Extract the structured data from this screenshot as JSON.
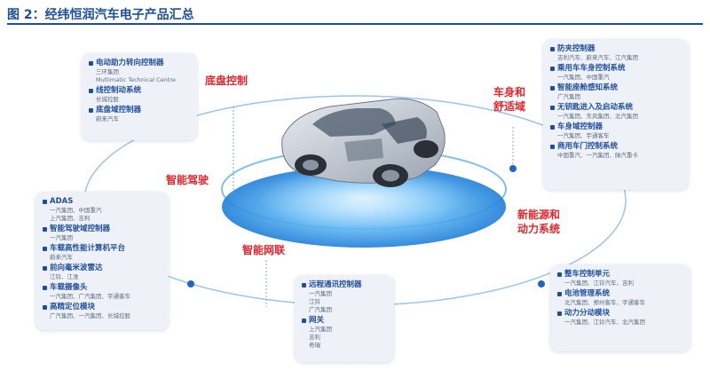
{
  "header": {
    "title": "图 2：经纬恒润汽车电子产品汇总"
  },
  "sections": {
    "chassis": "底盘控制",
    "body_comfort": "车身和\n舒适域",
    "adas": "智能驾驶",
    "connect": "智能网联",
    "powertrain": "新能源和\n动力系统"
  },
  "cards": {
    "chassis": [
      {
        "title": "电动助力转向控制器",
        "sub": "三环集团\nMultimatic Technical Centre"
      },
      {
        "title": "线控制动系统",
        "sub": "长城控股"
      },
      {
        "title": "底盘域控制器",
        "sub": "蔚来汽车"
      }
    ],
    "body": [
      {
        "title": "防夹控制器",
        "sub": "吉利汽车、蔚来汽车、江汽集团"
      },
      {
        "title": "乘用车车身控制系统",
        "sub": "一汽集团、中国重汽"
      },
      {
        "title": "智能座舱感知系统",
        "sub": "广汽集团"
      },
      {
        "title": "无钥匙进入及启动系统",
        "sub": "一汽集团、东风集团、北汽集团"
      },
      {
        "title": "车身域控制器",
        "sub": "一汽集团、宇通客车"
      },
      {
        "title": "商用车门控制系统",
        "sub": "中国重汽、一汽集团、陕汽重卡"
      }
    ],
    "adas": [
      {
        "title": "ADAS",
        "sub": "一汽集团、中国重汽\n上汽集团、吉利"
      },
      {
        "title": "智能驾驶域控制器",
        "sub": "一汽集团"
      },
      {
        "title": "车载高性能计算机平台",
        "sub": "蔚来汽车"
      },
      {
        "title": "前向毫米波雷达",
        "sub": "江铃、江淮"
      },
      {
        "title": "车载摄像头",
        "sub": "一汽集团、广汽集团、宇通客车"
      },
      {
        "title": "高精定位模块",
        "sub": "广汽集团、一汽集团、长城控股"
      }
    ],
    "connect": [
      {
        "title": "远程通讯控制器",
        "sub": "一汽集团\n江铃\n广汽集团"
      },
      {
        "title": "网关",
        "sub": "上汽集团\n吉利\n奇瑞"
      }
    ],
    "power": [
      {
        "title": "整车控制单元",
        "sub": "一汽集团、江铃汽车、吉利"
      },
      {
        "title": "电池管理系统",
        "sub": "北汽集团、郑州客车、宇通客车"
      },
      {
        "title": "动力分动模块",
        "sub": "一汽集团、江铃汽车、北汽集团"
      }
    ]
  },
  "colors": {
    "title": "#1f4e9c",
    "accent_red": "#e8242b",
    "ring": "#2f86e0",
    "card_bg": "#eef2f8",
    "node": "#2266c4"
  },
  "icons": {
    "bullet": "square-bullet",
    "car": "car-illustration"
  }
}
